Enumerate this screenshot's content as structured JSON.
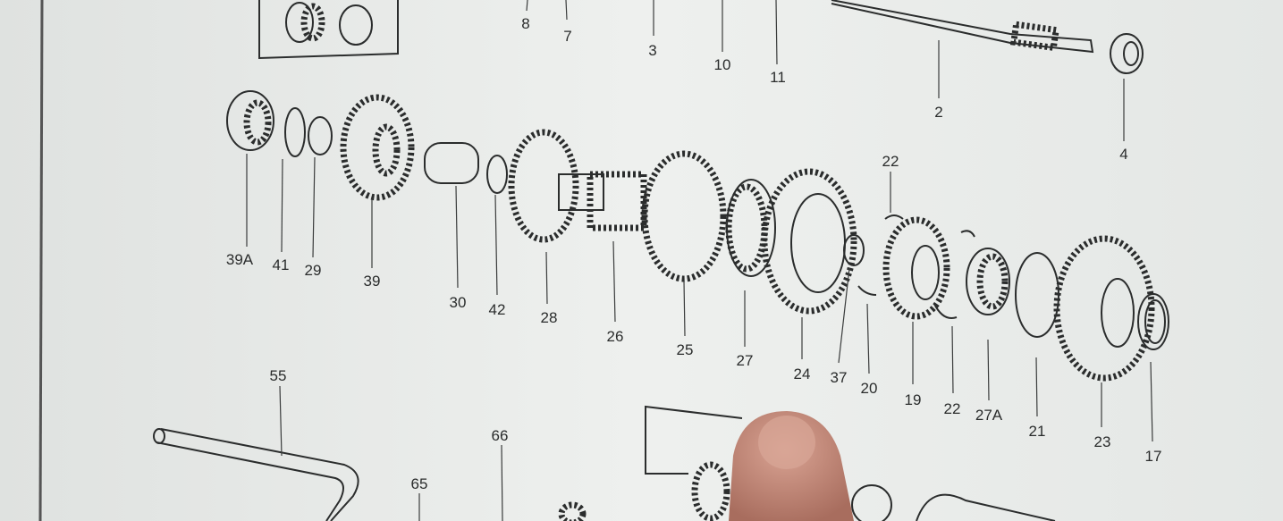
{
  "diagram": {
    "type": "exploded parts diagram photo",
    "labels": [
      "8",
      "7",
      "3",
      "10",
      "11",
      "2",
      "4",
      "22",
      "39A",
      "41",
      "29",
      "39",
      "30",
      "42",
      "28",
      "26",
      "25",
      "27",
      "24",
      "37",
      "20",
      "19",
      "22",
      "27A",
      "21",
      "23",
      "17",
      "55",
      "66",
      "65"
    ],
    "colors": {
      "paper": "#e9ecea",
      "ink": "#2b2d2d",
      "finger": "#c98f7e"
    }
  }
}
